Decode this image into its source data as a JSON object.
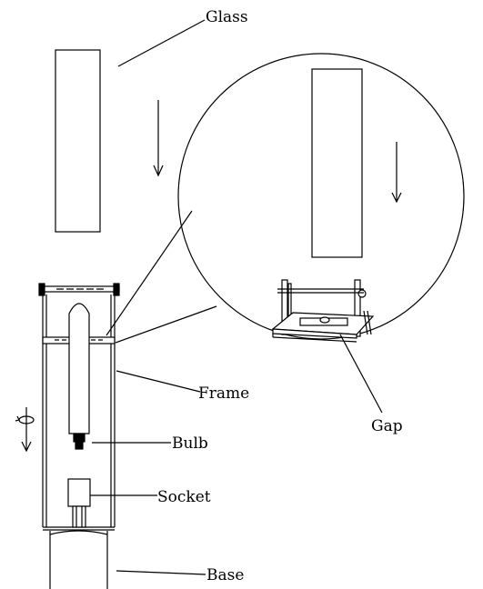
{
  "labels": {
    "glass": "Glass",
    "frame": "Frame",
    "bulb": "Bulb",
    "socket": "Socket",
    "base": "Base",
    "gap": "Gap"
  }
}
